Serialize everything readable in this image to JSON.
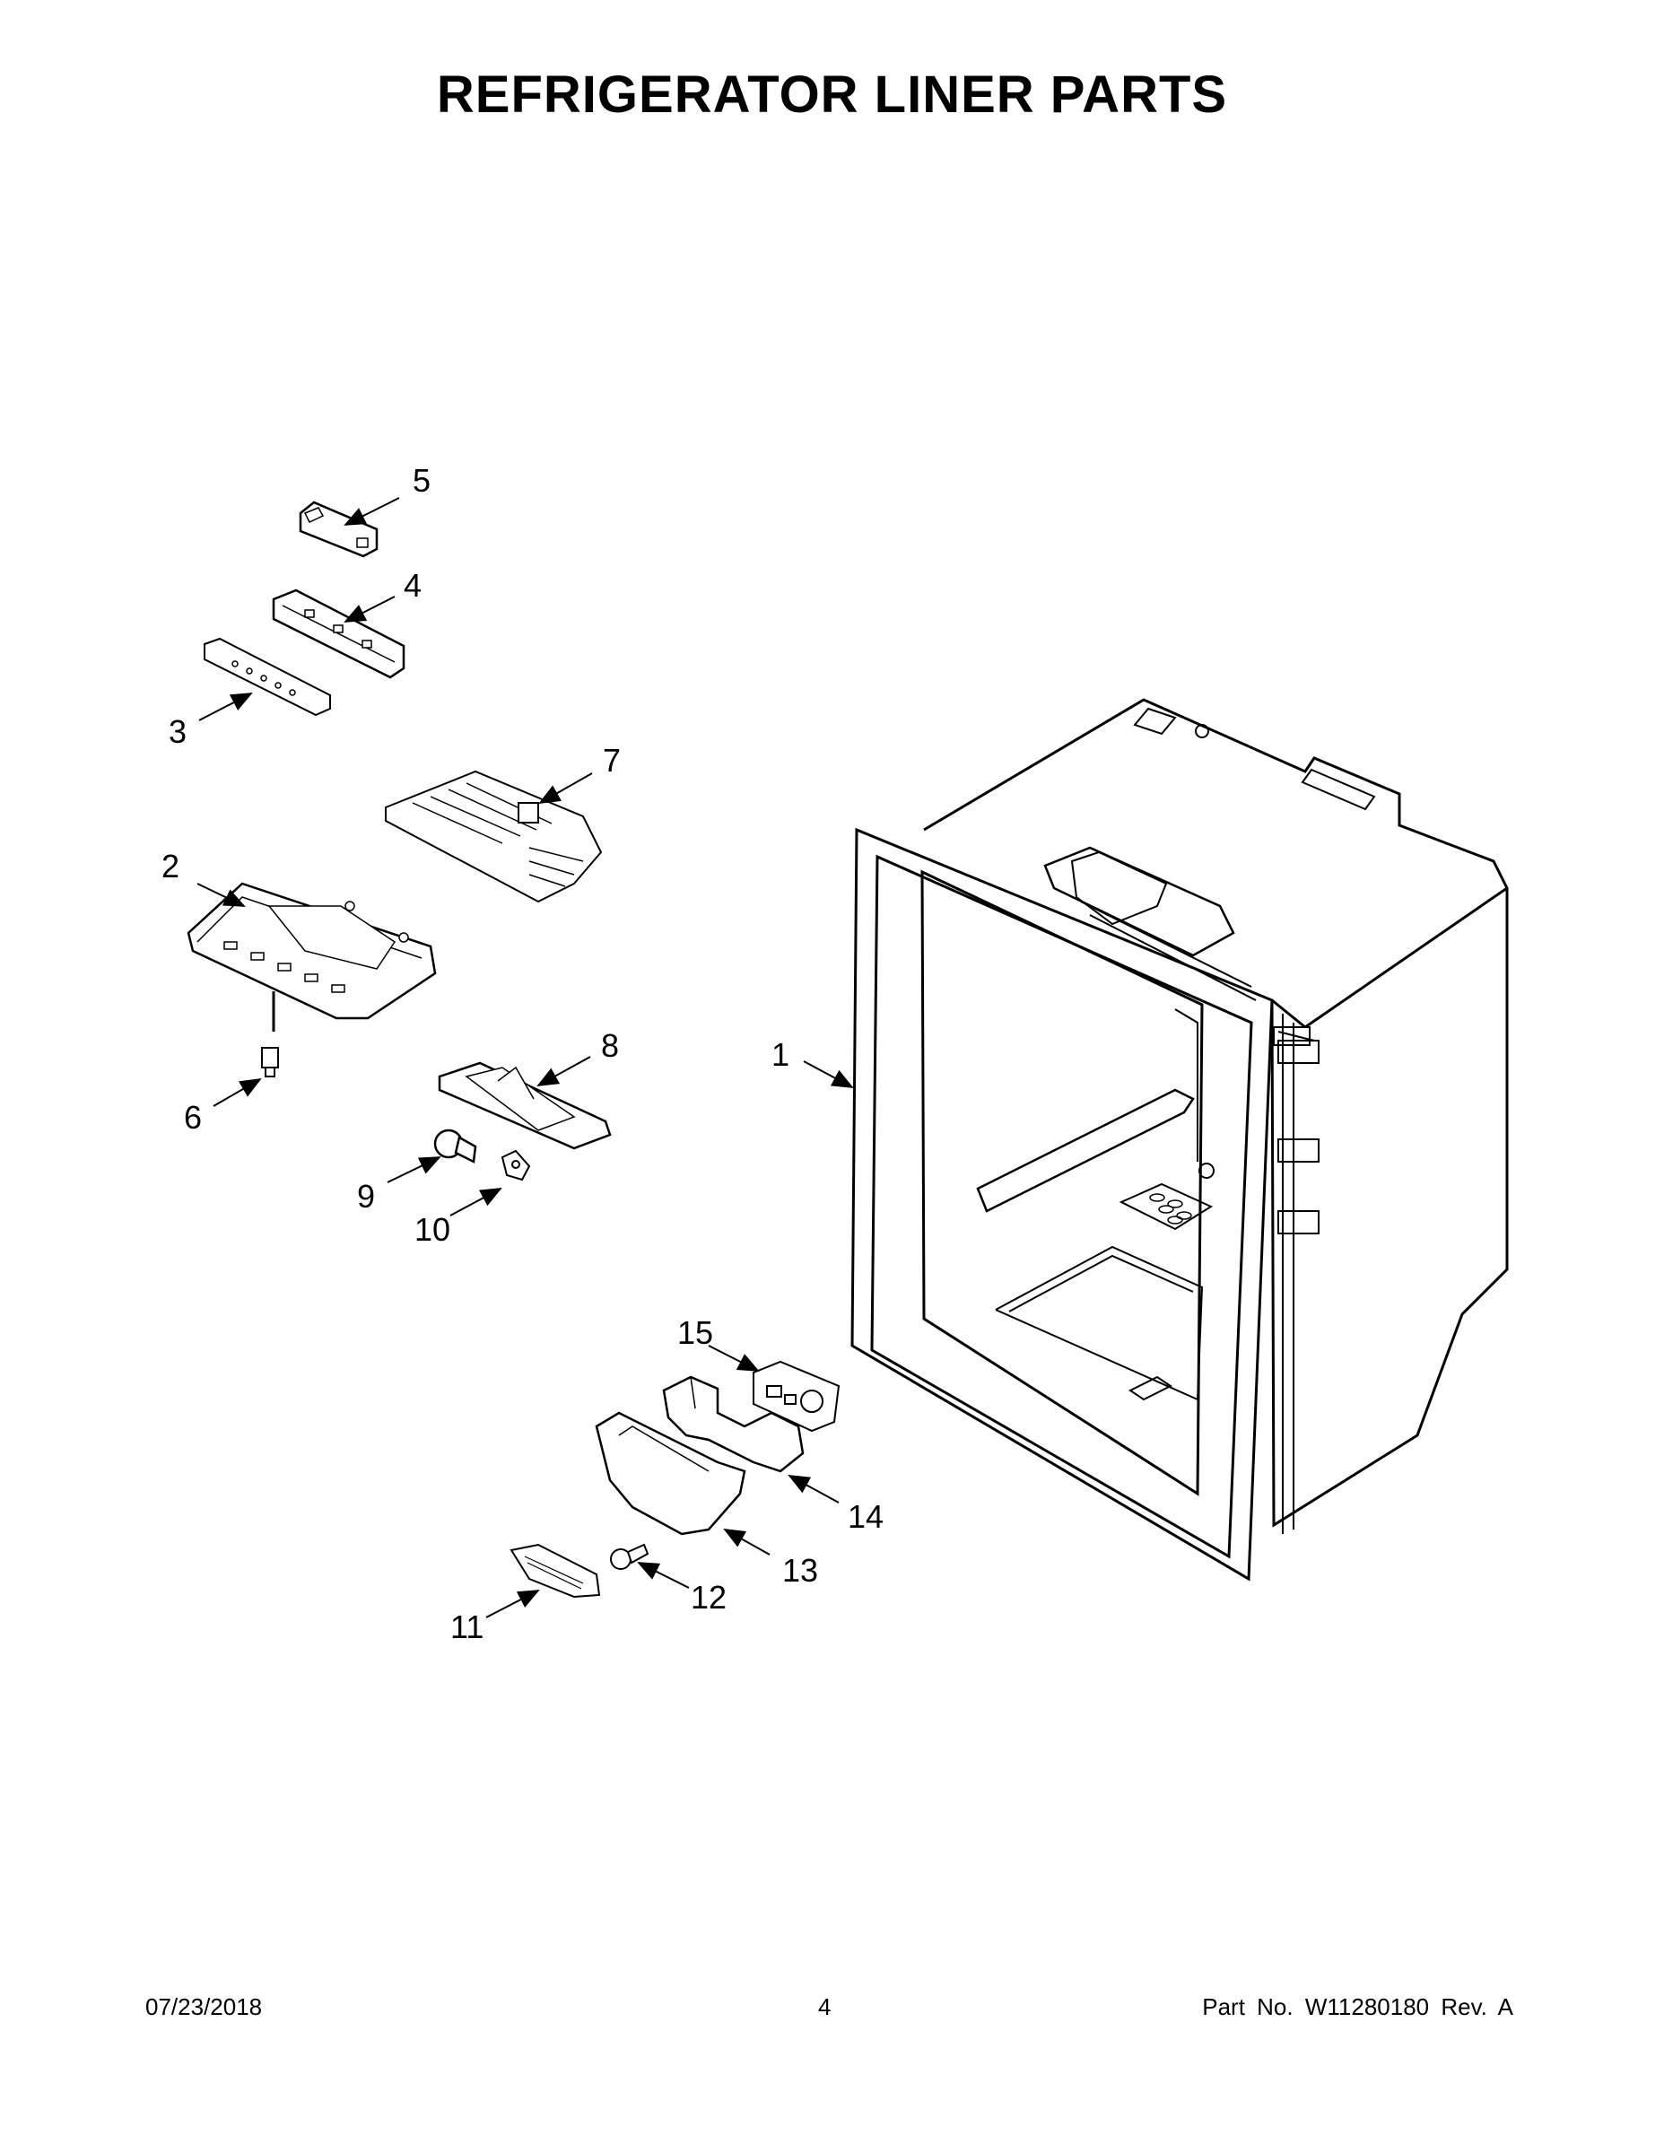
{
  "title": "REFRIGERATOR LINER PARTS",
  "callouts": {
    "c1": "1",
    "c2": "2",
    "c3": "3",
    "c4": "4",
    "c5": "5",
    "c6": "6",
    "c7": "7",
    "c8": "8",
    "c9": "9",
    "c10": "10",
    "c11": "11",
    "c12": "12",
    "c13": "13",
    "c14": "14",
    "c15": "15"
  },
  "footer": {
    "date": "07/23/2018",
    "page": "4",
    "part": "Part No.  W11280180  Rev.  A"
  }
}
